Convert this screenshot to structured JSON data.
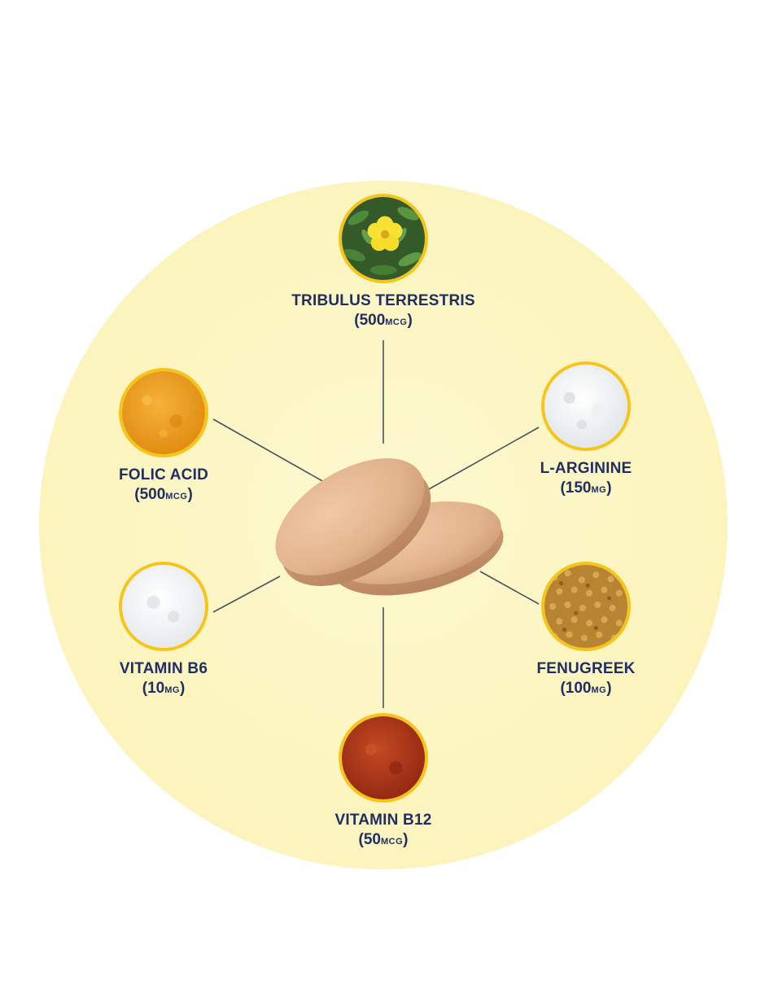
{
  "colors": {
    "background": "#ffffff",
    "disc": "#fcf5c0",
    "ring": "#f6c51b",
    "text": "#1f2f63",
    "connector": "#4a5360",
    "tablet": "#e2b48d"
  },
  "ingredients": [
    {
      "key": "tribulus",
      "name": "TRIBULUS TERRESTRIS",
      "dose_open": "(",
      "dose_amount": "500",
      "dose_unit": "MCG",
      "dose_close": ")",
      "image": "yellow-flower-leaves"
    },
    {
      "key": "folic",
      "name": "FOLIC ACID",
      "dose_open": "(",
      "dose_amount": "500",
      "dose_unit": "MCG",
      "dose_close": ")",
      "image": "orange-powder"
    },
    {
      "key": "larginine",
      "name": "L-ARGININE",
      "dose_open": "(",
      "dose_amount": "150",
      "dose_unit": "MG",
      "dose_close": ")",
      "image": "white-powder"
    },
    {
      "key": "b6",
      "name": "VITAMIN B6",
      "dose_open": "(",
      "dose_amount": "10",
      "dose_unit": "MG",
      "dose_close": ")",
      "image": "white-powder"
    },
    {
      "key": "fenugreek",
      "name": "FENUGREEK",
      "dose_open": "(",
      "dose_amount": "100",
      "dose_unit": "MG",
      "dose_close": ")",
      "image": "brown-seeds"
    },
    {
      "key": "b12",
      "name": "VITAMIN B12",
      "dose_open": "(",
      "dose_amount": "50",
      "dose_unit": "MCG",
      "dose_close": ")",
      "image": "red-powder"
    }
  ]
}
